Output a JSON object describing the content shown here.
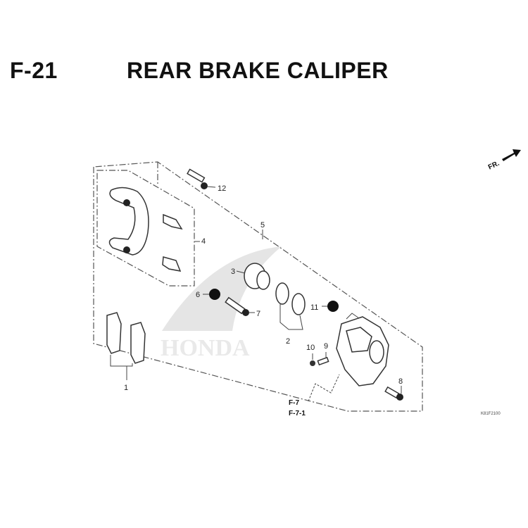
{
  "header": {
    "figure_number": "F-21",
    "title": "REAR BRAKE CALIPER"
  },
  "direction_indicator": "FR.",
  "watermark": "HONDA",
  "diagram_code": "K81F2100",
  "callouts": {
    "p1": "1",
    "p2": "2",
    "p3": "3",
    "p4": "4",
    "p5": "5",
    "p6": "6",
    "p7": "7",
    "p8": "8",
    "p9": "9",
    "p10": "10",
    "p11": "11",
    "p12": "12"
  },
  "references": {
    "ref_a": "F-7",
    "ref_b": "F-7-1"
  }
}
